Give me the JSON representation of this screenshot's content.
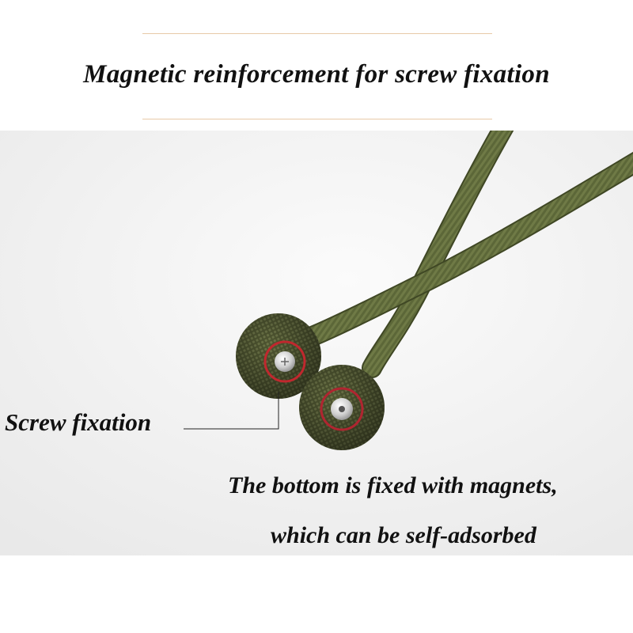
{
  "header": {
    "title": "Magnetic reinforcement for screw fixation"
  },
  "annotations": {
    "screw_label": "Screw fixation",
    "bottom_line1": "The bottom is fixed with magnets,",
    "bottom_line2": "which can be self-adsorbed"
  },
  "colors": {
    "accent_line": "#e8c9a8",
    "cord_green": "#5f6a3a",
    "screw_ring": "#c0282e",
    "background": "#f2f2f2"
  }
}
